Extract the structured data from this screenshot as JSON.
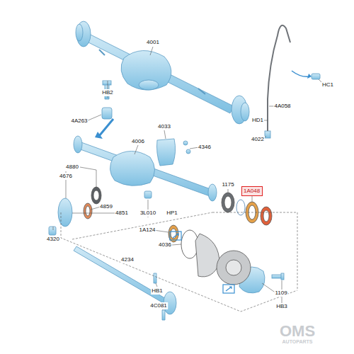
{
  "diagram": {
    "nodes": [
      {
        "text": [
          "1A048"
        ]
      }
    ],
    "labels": [
      "4001",
      "HB2",
      "4A263",
      "HC1",
      "4A058",
      "HD1",
      "4022",
      "4033",
      "4006",
      "4346",
      "4880",
      "4676",
      "4859",
      "4851",
      "4320",
      "3L010",
      "HP1",
      "1175",
      "1A124",
      "4036",
      "4234",
      "1109",
      "HB3",
      "HB1",
      "4C081",
      "OMS",
      "AUTOPARTS"
    ]
  }
}
